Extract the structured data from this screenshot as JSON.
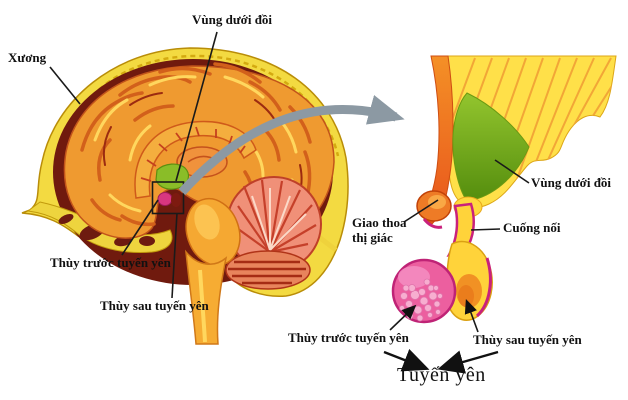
{
  "figure": {
    "description": "Sagittal brain section with enlarged hypothalamus-pituitary view",
    "labels": {
      "bone": "Xương",
      "hypothalamus_top": "Vùng dưới đồi",
      "hypothalamus_right": "Vùng dưới đồi",
      "optic_chiasm": "Giao thoa thị giác",
      "stalk": "Cuống nối",
      "anterior_lobe_left": "Thùy trước tuyến yên",
      "posterior_lobe_left": "Thùy sau tuyến yên",
      "anterior_lobe_bottom": "Thùy trước tuyến yên",
      "posterior_lobe_bottom": "Thùy sau tuyến yên",
      "pituitary": "Tuyến yên"
    },
    "colors": {
      "skull_yellow": "#f3da41",
      "dura_maroon": "#701a0e",
      "brain_orange": "#ef9a30",
      "gyri_shadow": "#d2601b",
      "gyri_highlight": "#ffd75e",
      "cerebellum_pink": "#f09078",
      "hypothalamus_green": "#7db41e",
      "anterior_lobe_pink": "#ec5f9f",
      "posterior_lobe_yellow": "#ffd33a",
      "stalk_magenta": "#c9217c",
      "optic_chiasm_orange": "#ee7b26",
      "magnify_arrow_gray": "#8c99a3",
      "label_color": "#111111"
    }
  }
}
